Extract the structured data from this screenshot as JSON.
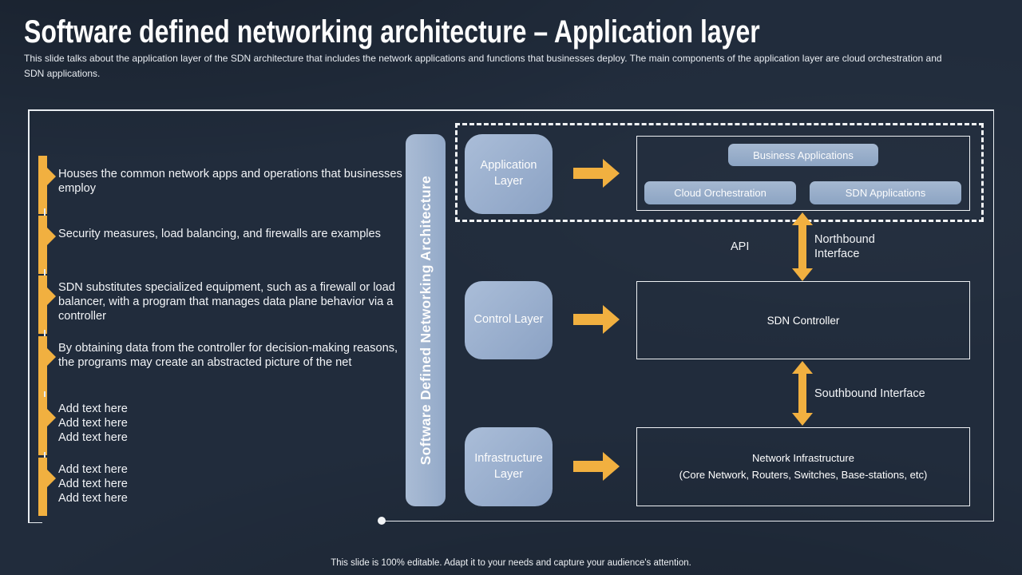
{
  "header": {
    "title": "Software defined networking architecture – Application layer",
    "subtitle": "This slide talks about the application layer of the SDN architecture that includes the network applications and functions that businesses deploy. The main components of the application layer are cloud orchestration and SDN applications."
  },
  "bullets": [
    "Houses the common network apps and operations that businesses employ",
    "Security measures, load balancing, and firewalls are examples",
    "SDN substitutes specialized equipment, such as a firewall or load balancer, with a program that manages data plane behavior via a controller",
    "By obtaining data from the controller for decision-making reasons, the programs may create an abstracted picture of the net",
    "Add text here\nAdd text here\nAdd text here",
    "Add text here\nAdd text here\nAdd text here"
  ],
  "diagram": {
    "spine_label": "Software Defined Networking Architecture",
    "layers": [
      {
        "label": "Application Layer"
      },
      {
        "label": "Control Layer"
      },
      {
        "label": "Infrastructure Layer"
      }
    ],
    "application_group": {
      "business_applications": "Business Applications",
      "cloud_orchestration": "Cloud Orchestration",
      "sdn_applications": "SDN Applications"
    },
    "api_label": "API",
    "northbound_label": "Northbound Interface",
    "sdn_controller": "SDN Controller",
    "southbound_label": "Southbound Interface",
    "network_infrastructure": "Network Infrastructure\n(Core Network, Routers, Switches, Base-stations, etc)"
  },
  "footer": "This slide is 100% editable.  Adapt it to your needs and capture your audience's attention.",
  "colors": {
    "background": "#212C3C",
    "accent_yellow": "#F1B040",
    "panel_blue": "#93A9C8",
    "frame_white": "#E9EDF1"
  }
}
